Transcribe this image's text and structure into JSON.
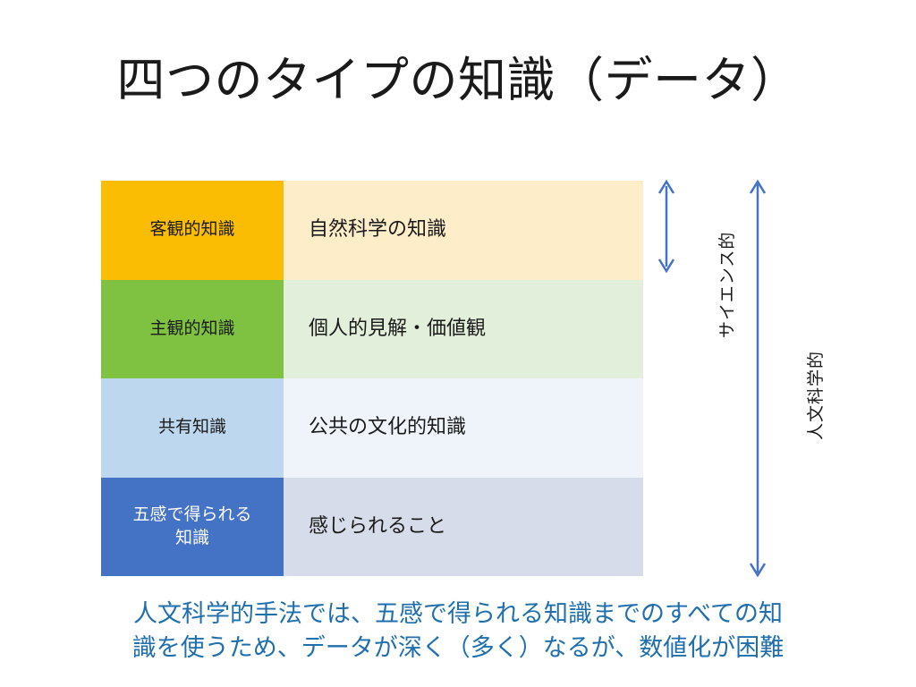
{
  "slide": {
    "title": "四つのタイプの知識（データ）"
  },
  "matrix": {
    "rows": [
      {
        "category": "客観的知識",
        "category_line2": "",
        "description": "自然科学の知識",
        "cat_color": "#fbbc04",
        "desc_color": "#fdeec9"
      },
      {
        "category": "主観的知識",
        "category_line2": "",
        "description": "個人的見解・価値観",
        "cat_color": "#7fc241",
        "desc_color": "#e2efda"
      },
      {
        "category": "共有知識",
        "category_line2": "",
        "description": "公共の文化的知識",
        "cat_color": "#bdd7ee",
        "desc_color": "#eff4fa"
      },
      {
        "category": "五感で得られる",
        "category_line2": "知識",
        "description": "感じられること",
        "cat_color": "#4472c4",
        "desc_color": "#d6dce9"
      }
    ]
  },
  "axes": {
    "science": {
      "label": "サイエンス的",
      "arrow_type": "double-headed-vertical",
      "color": "#4472c4"
    },
    "humanities": {
      "label": "人文科学的",
      "arrow_type": "single-headed-down-vertical",
      "color": "#4472c4"
    }
  },
  "caption": {
    "line1": "人文科学的手法では、五感で得られる知識までのすべての知",
    "line2": "識を使うため、データが深く（多く）なるが、数値化が困難",
    "color": "#1f6fad"
  }
}
